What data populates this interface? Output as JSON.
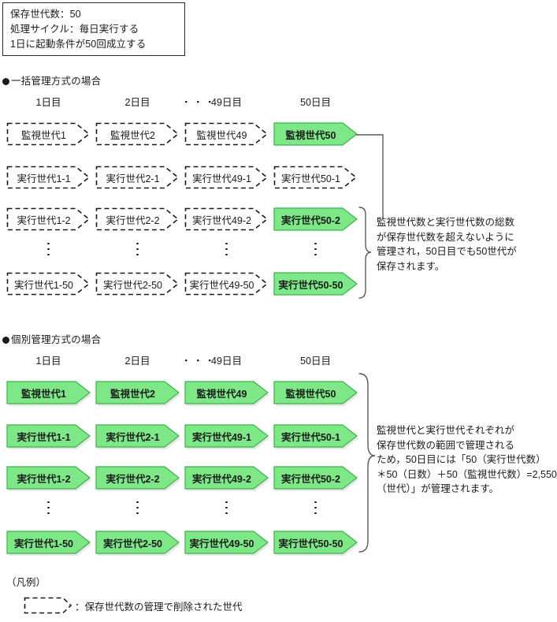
{
  "params": {
    "lines": [
      "保存世代数：50",
      "処理サイクル：毎日実行する",
      "1日に起動条件が50回成立する"
    ]
  },
  "colors": {
    "green_fill": "#7ee787",
    "green_fill_light": "#a8f0ad",
    "green_border": "#3cb34a",
    "outline": "#1a1a1a",
    "text": "#1a1a1a"
  },
  "day_headers": [
    "1日目",
    "2日目",
    "49日目",
    "50日目"
  ],
  "column_gap_ellipsis": "・・・",
  "sections": [
    {
      "id": "batch",
      "title": "一括管理方式の場合",
      "rows": [
        {
          "id": "monitor",
          "cells": [
            {
              "label": "監視世代1",
              "style": "dashed"
            },
            {
              "label": "監視世代2",
              "style": "dashed"
            },
            {
              "label": "監視世代49",
              "style": "dashed"
            },
            {
              "label": "監視世代50",
              "style": "solid"
            }
          ]
        },
        {
          "id": "exec-1",
          "cells": [
            {
              "label": "実行世代1-1",
              "style": "dashed"
            },
            {
              "label": "実行世代2-1",
              "style": "dashed"
            },
            {
              "label": "実行世代49-1",
              "style": "dashed"
            },
            {
              "label": "実行世代50-1",
              "style": "dashed"
            }
          ]
        },
        {
          "id": "exec-2",
          "cells": [
            {
              "label": "実行世代1-2",
              "style": "dashed"
            },
            {
              "label": "実行世代2-2",
              "style": "dashed"
            },
            {
              "label": "実行世代49-2",
              "style": "dashed"
            },
            {
              "label": "実行世代50-2",
              "style": "solid"
            }
          ]
        },
        {
          "id": "exec-50",
          "cells": [
            {
              "label": "実行世代1-50",
              "style": "dashed"
            },
            {
              "label": "実行世代2-50",
              "style": "dashed"
            },
            {
              "label": "実行世代49-50",
              "style": "dashed"
            },
            {
              "label": "実行世代50-50",
              "style": "solid"
            }
          ]
        }
      ],
      "annotation": [
        "監視世代数と実行世代数の総数",
        "が保存世代数を超えないように",
        "管理され，50日目でも50世代が",
        "保存されます。"
      ]
    },
    {
      "id": "individual",
      "title": "個別管理方式の場合",
      "rows": [
        {
          "id": "monitor",
          "cells": [
            {
              "label": "監視世代1",
              "style": "solid"
            },
            {
              "label": "監視世代2",
              "style": "solid"
            },
            {
              "label": "監視世代49",
              "style": "solid"
            },
            {
              "label": "監視世代50",
              "style": "solid"
            }
          ]
        },
        {
          "id": "exec-1",
          "cells": [
            {
              "label": "実行世代1-1",
              "style": "solid"
            },
            {
              "label": "実行世代2-1",
              "style": "solid"
            },
            {
              "label": "実行世代49-1",
              "style": "solid"
            },
            {
              "label": "実行世代50-1",
              "style": "solid"
            }
          ]
        },
        {
          "id": "exec-2",
          "cells": [
            {
              "label": "実行世代1-2",
              "style": "solid"
            },
            {
              "label": "実行世代2-2",
              "style": "solid"
            },
            {
              "label": "実行世代49-2",
              "style": "solid"
            },
            {
              "label": "実行世代50-2",
              "style": "solid"
            }
          ]
        },
        {
          "id": "exec-50",
          "cells": [
            {
              "label": "実行世代1-50",
              "style": "solid"
            },
            {
              "label": "実行世代2-50",
              "style": "solid"
            },
            {
              "label": "実行世代49-50",
              "style": "solid"
            },
            {
              "label": "実行世代50-50",
              "style": "solid"
            }
          ]
        }
      ],
      "annotation": [
        "監視世代と実行世代それぞれが",
        "保存世代数の範囲で管理される",
        "ため，50日目には「50（実行世代数）",
        "＊50（日数）＋50（監視世代数）=2,550",
        "（世代）」が管理されます。"
      ]
    }
  ],
  "legend": {
    "title": "（凡例）",
    "swatch_style": "dashed",
    "description": "：保存世代数の管理で削除された世代"
  }
}
